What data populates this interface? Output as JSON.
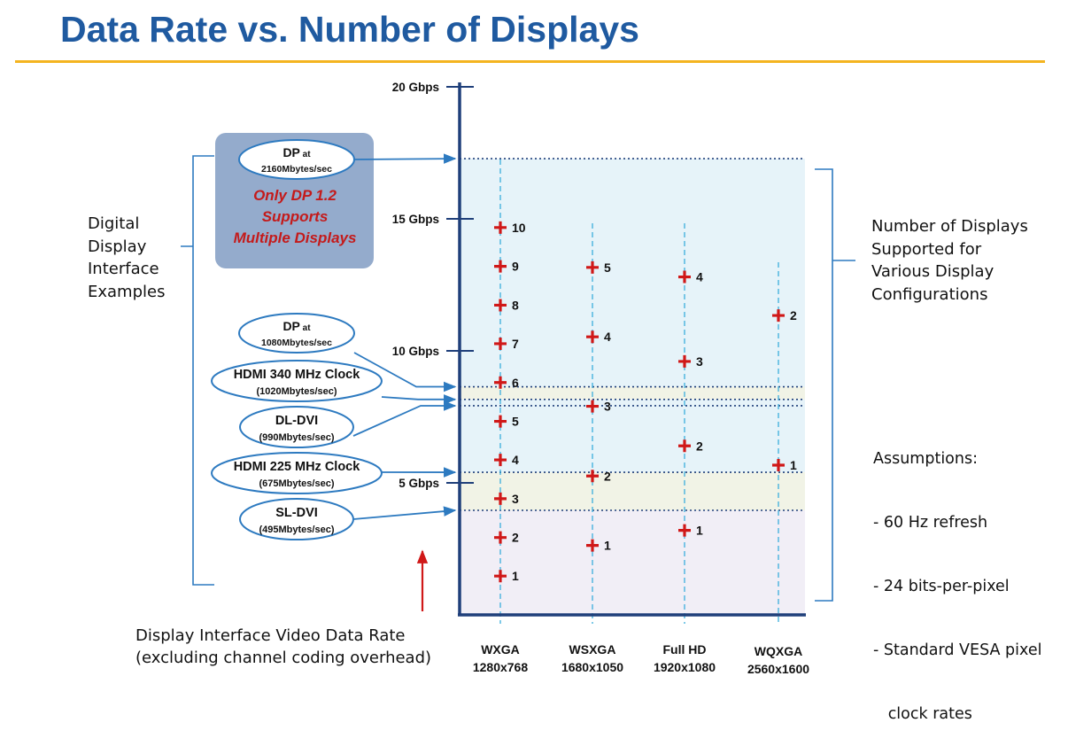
{
  "title": "Data Rate vs. Number of Displays",
  "left_bracket_label": "Digital\nDisplay\nInterface\nExamples",
  "right_bracket_label": "Number of Displays\nSupported for\nVarious Display\nConfigurations",
  "assumptions": {
    "heading": "Assumptions:",
    "items": [
      "- 60 Hz refresh",
      "- 24 bits-per-pixel",
      "- Standard VESA pixel",
      "   clock rates"
    ]
  },
  "bottom_caption": "Display Interface Video Data Rate\n(excluding channel coding overhead)",
  "callout": {
    "lines": [
      "Only DP 1.2",
      "Supports",
      "Multiple Displays"
    ]
  },
  "colors": {
    "axis": "#1f3f7a",
    "marker": "#d01818",
    "guide": "#3aaedc",
    "band_top": "#e6f3f9",
    "band_mid": "#f1f3e6",
    "band_low": "#f1eef6",
    "callout_bg": "#94abcc",
    "callout_text": "#c41a1a",
    "arrow": "#2d7ac0"
  },
  "chart_data": {
    "type": "scatter",
    "y_axis": {
      "unit": "Gbps",
      "ylim": [
        0,
        20
      ],
      "ticks": [
        {
          "value": 20,
          "label": "20 Gbps"
        },
        {
          "value": 15,
          "label": "15 Gbps"
        },
        {
          "value": 10,
          "label": "10 Gbps"
        },
        {
          "value": 5,
          "label": "5 Gbps"
        }
      ]
    },
    "categories": [
      {
        "name": "WXGA",
        "resolution": "1280x768"
      },
      {
        "name": "WSXGA",
        "resolution": "1680x1050"
      },
      {
        "name": "Full HD",
        "resolution": "1920x1080"
      },
      {
        "name": "WQXGA",
        "resolution": "2560x1600"
      }
    ],
    "series": [
      {
        "category": "WXGA",
        "points": [
          {
            "label": "1",
            "gbps": 1.47
          },
          {
            "label": "2",
            "gbps": 2.93
          },
          {
            "label": "3",
            "gbps": 4.4
          },
          {
            "label": "4",
            "gbps": 5.87
          },
          {
            "label": "5",
            "gbps": 7.33
          },
          {
            "label": "6",
            "gbps": 8.8
          },
          {
            "label": "7",
            "gbps": 10.27
          },
          {
            "label": "8",
            "gbps": 11.73
          },
          {
            "label": "9",
            "gbps": 13.2
          },
          {
            "label": "10",
            "gbps": 14.67
          }
        ]
      },
      {
        "category": "WSXGA",
        "points": [
          {
            "label": "1",
            "gbps": 2.63
          },
          {
            "label": "2",
            "gbps": 5.26
          },
          {
            "label": "3",
            "gbps": 7.9
          },
          {
            "label": "4",
            "gbps": 10.53
          },
          {
            "label": "5",
            "gbps": 13.16
          }
        ]
      },
      {
        "category": "Full HD",
        "points": [
          {
            "label": "1",
            "gbps": 3.2
          },
          {
            "label": "2",
            "gbps": 6.4
          },
          {
            "label": "3",
            "gbps": 9.6
          },
          {
            "label": "4",
            "gbps": 12.8
          }
        ]
      },
      {
        "category": "WQXGA",
        "points": [
          {
            "label": "1",
            "gbps": 5.67
          },
          {
            "label": "2",
            "gbps": 11.34
          }
        ]
      }
    ],
    "interfaces": [
      {
        "name": "DP",
        "suffix": "at",
        "rate": "2160Mbytes/sec",
        "gbps": 17.28,
        "highlight": true
      },
      {
        "name": "DP",
        "suffix": "at",
        "rate": "1080Mbytes/sec",
        "gbps": 8.64
      },
      {
        "name": "HDMI 340 MHz Clock",
        "rate": "(1020Mbytes/sec)",
        "gbps": 8.16
      },
      {
        "name": "DL-DVI",
        "rate": "(990Mbytes/sec)",
        "gbps": 7.92
      },
      {
        "name": "HDMI 225 MHz Clock",
        "rate": "(675Mbytes/sec)",
        "gbps": 5.4
      },
      {
        "name": "SL-DVI",
        "rate": "(495Mbytes/sec)",
        "gbps": 3.96
      }
    ]
  }
}
